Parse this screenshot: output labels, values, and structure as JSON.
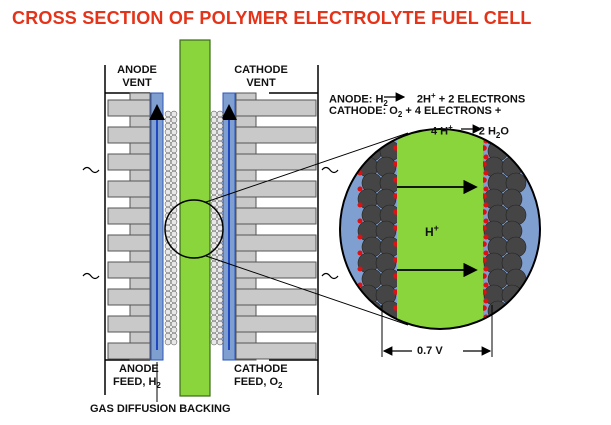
{
  "title": "CROSS SECTION OF POLYMER ELECTROLYTE FUEL CELL",
  "labels": {
    "anode_vent_1": "ANODE",
    "anode_vent_2": "VENT",
    "cathode_vent_1": "CATHODE",
    "cathode_vent_2": "VENT",
    "anode_feed_1": "ANODE",
    "anode_feed_2": "FEED, H",
    "anode_feed_sub": "2",
    "cathode_feed_1": "CATHODE",
    "cathode_feed_2": "FEED, O",
    "cathode_feed_sub": "2",
    "gas_diffusion": "GAS DIFFUSION BACKING",
    "voltage": "0.7 V",
    "proton": "H",
    "proton_sup": "+"
  },
  "equations": {
    "anode_prefix": "ANODE:",
    "anode_h": "H",
    "anode_h_sub": "2",
    "anode_rhs": "2H",
    "anode_rhs_sup": "+",
    "anode_tail": "+ 2 ELECTRONS",
    "cathode_prefix": "CATHODE:",
    "cathode_o": "O",
    "cathode_o_sub": "2",
    "cathode_tail": "+ 4 ELECTRONS +",
    "line3_a": "4 H",
    "line3_sup": "+",
    "line3_b": "2 H",
    "line3_sub": "2",
    "line3_c": "O"
  },
  "colors": {
    "title": "#e53319",
    "membrane": "#8ad43c",
    "plate": "#c9c9c9",
    "channel_blue": "#2d56b8",
    "backing": "#7f9fd1",
    "catalyst_dark": "#454545",
    "catalyst_red": "#dd1111"
  }
}
